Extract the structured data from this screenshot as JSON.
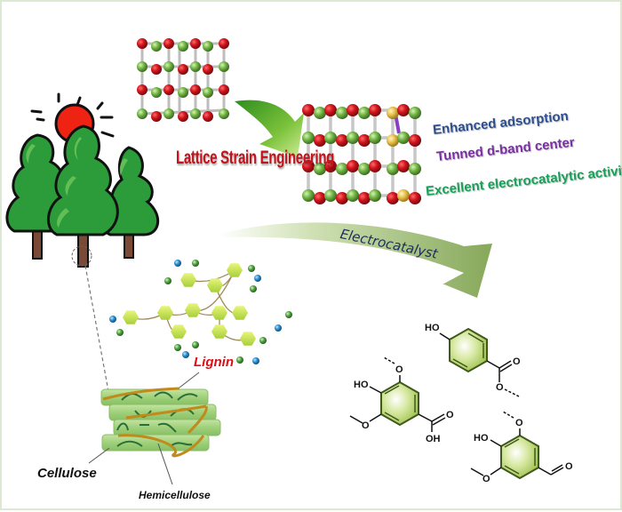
{
  "figure": {
    "title_process": "Lattice Strain Engineering",
    "properties": [
      {
        "label": "Enhanced adsorption",
        "color": "#2d4e8e"
      },
      {
        "label": "Tunned d-band center",
        "color": "#7a2fa3"
      },
      {
        "label": "Excellent electrocatalytic activity",
        "color": "#1aa05a"
      }
    ],
    "arrow_label": "Electrocatalyst",
    "biomass": {
      "lignin_label": "Lignin",
      "cellulose_label": "Cellulose",
      "hemicellulose_label": "Hemicellulose"
    },
    "products": {
      "hydroxybenzoate": {
        "oh_label": "HO",
        "o_label": "O",
        "ester_o_label": "O"
      },
      "syringic_acid": {
        "oh_label": "HO",
        "methoxy_o_top": "O",
        "methoxy_o_bottom": "O",
        "acid_o": "O",
        "acid_oh": "OH"
      },
      "syringaldehyde": {
        "oh_label": "HO",
        "methoxy_o_top": "O",
        "methoxy_o_bottom": "O",
        "aldehyde_o": "O"
      }
    },
    "colors": {
      "atom_red": "#c8141c",
      "atom_green": "#6fb33f",
      "atom_yellow": "#e8c14a",
      "arrow_green": "#7bbf2a",
      "tree_green": "#2e9a3a",
      "ring_fill": "#b8d36a"
    }
  }
}
